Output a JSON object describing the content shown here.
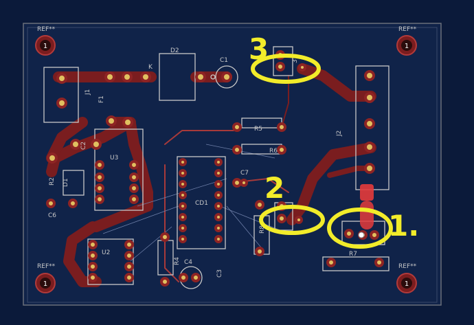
{
  "board": {
    "ref_labels": [
      "REF**",
      "REF**",
      "REF**",
      "REF**"
    ],
    "mount_hole_number": "1",
    "component_labels": {
      "d2": "D2",
      "c1": "C1",
      "k": "K",
      "j1": "J1",
      "f1": "F1",
      "c2": "C2",
      "u3": "U3",
      "r2": "R2",
      "d1": "D1",
      "c6": "C6",
      "u2": "U2",
      "r4": "R4",
      "c4": "C4",
      "c3": "C3",
      "cd1": "CD1",
      "r5": "R5",
      "r6": "R6",
      "c7": "C7",
      "r8": "R8",
      "r7": "R7",
      "j2": "J2",
      "q3": "3"
    }
  },
  "annotations": [
    {
      "label": "3"
    },
    {
      "label": "2"
    },
    {
      "label": "1."
    }
  ],
  "colors": {
    "background": "#0b1a3a",
    "copper": "#7a1d1f",
    "silk": "#c9c9c9",
    "highlight": "#f2ec2a",
    "pad": "#8e2424",
    "selected": "#e53b3b"
  }
}
